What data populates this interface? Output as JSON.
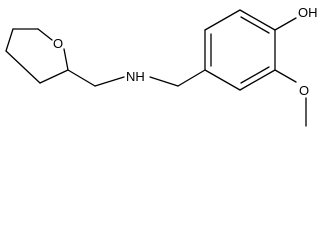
{
  "molecule": {
    "atoms": {
      "ring_oxygen": "O",
      "amine": "NH",
      "hydroxyl": "OH",
      "methoxy_oxygen": "O"
    },
    "colors": {
      "bond": "#000000",
      "text": "#000000",
      "background": "#ffffff"
    }
  }
}
